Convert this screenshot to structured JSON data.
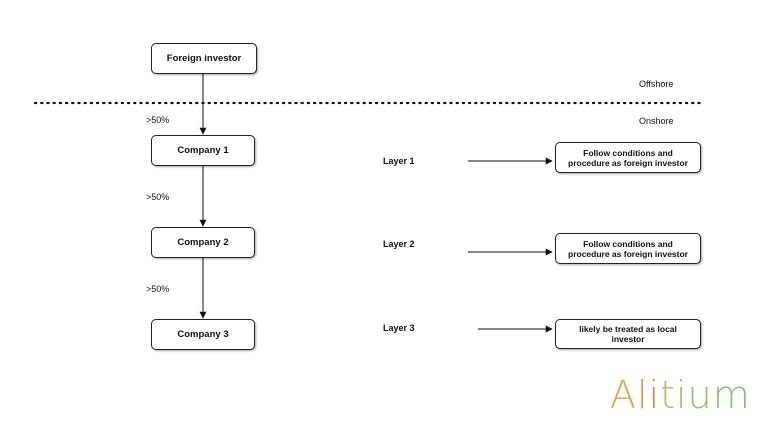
{
  "nodes": {
    "foreign_investor": "Foreign investor",
    "company_1": "Company 1",
    "company_2": "Company 2",
    "company_3": "Company 3"
  },
  "ownership": {
    "top": ">50%",
    "middle": ">50%",
    "bottom": ">50%"
  },
  "zones": {
    "offshore": "Offshore",
    "onshore": "Onshore"
  },
  "layers": [
    {
      "label": "Layer 1",
      "outcome_line1": "Follow conditions and",
      "outcome_line2": "procedure as foreign investor"
    },
    {
      "label": "Layer 2",
      "outcome_line1": "Follow conditions and",
      "outcome_line2": "procedure as foreign investor"
    },
    {
      "label": "Layer 3",
      "outcome_line1": "likely be treated as local",
      "outcome_line2": "investor"
    }
  ],
  "logo": {
    "text": "Alitium",
    "colors": [
      "#e6a34f",
      "#e08f4c",
      "#d97f55",
      "#c8b25a",
      "#9fbf5f",
      "#8fc06a",
      "#86c07a"
    ]
  }
}
